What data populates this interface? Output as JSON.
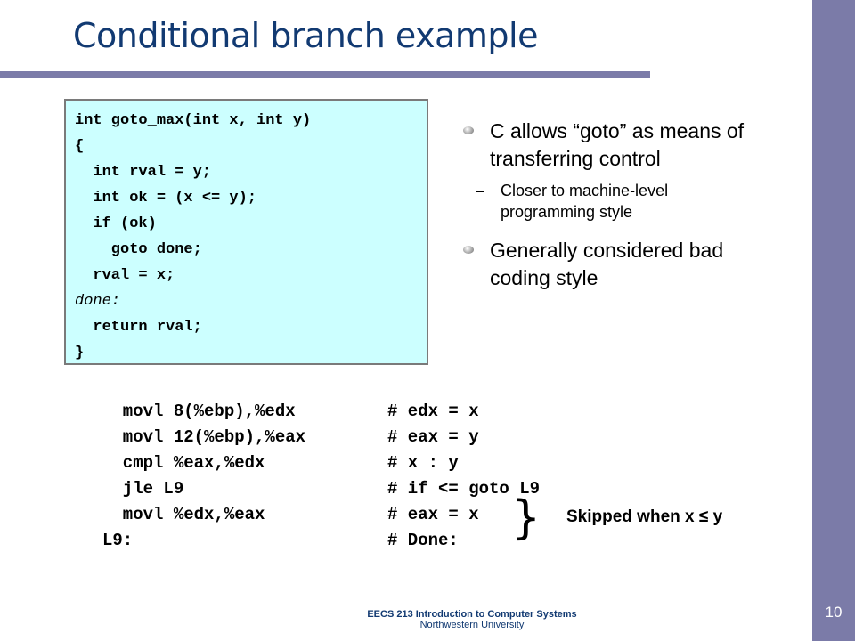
{
  "title": "Conditional branch example",
  "slide_number": "10",
  "code_lines": [
    "int goto_max(int x, int y)",
    "{",
    "  int rval = y;",
    "  int ok = (x <= y);",
    "  if (ok)",
    "    goto done;",
    "  rval = x;",
    "done:",
    "  return rval;",
    "}"
  ],
  "bullets": [
    {
      "text": "C allows “goto” as means of transferring control"
    },
    {
      "sub": "Closer to machine-level programming style"
    },
    {
      "text": "Generally considered bad coding style"
    }
  ],
  "asm_lines": [
    {
      "instr": "  movl 8(%ebp),%edx",
      "comment": "# edx = x"
    },
    {
      "instr": "  movl 12(%ebp),%eax",
      "comment": "# eax = y"
    },
    {
      "instr": "  cmpl %eax,%edx",
      "comment": "# x : y"
    },
    {
      "instr": "  jle L9",
      "comment": "# if <= goto L9"
    },
    {
      "instr": "  movl %edx,%eax",
      "comment": "# eax = x"
    },
    {
      "instr": "L9:",
      "comment": "# Done:"
    }
  ],
  "brace_glyph": "}",
  "skip_label": "Skipped when x ≤ y",
  "footer": {
    "line1": "EECS 213 Introduction to Computer Systems",
    "line2": "Northwestern University"
  },
  "colors": {
    "accent_bar": "#7b7ba8",
    "title": "#123a72",
    "code_background": "#ccffff"
  }
}
